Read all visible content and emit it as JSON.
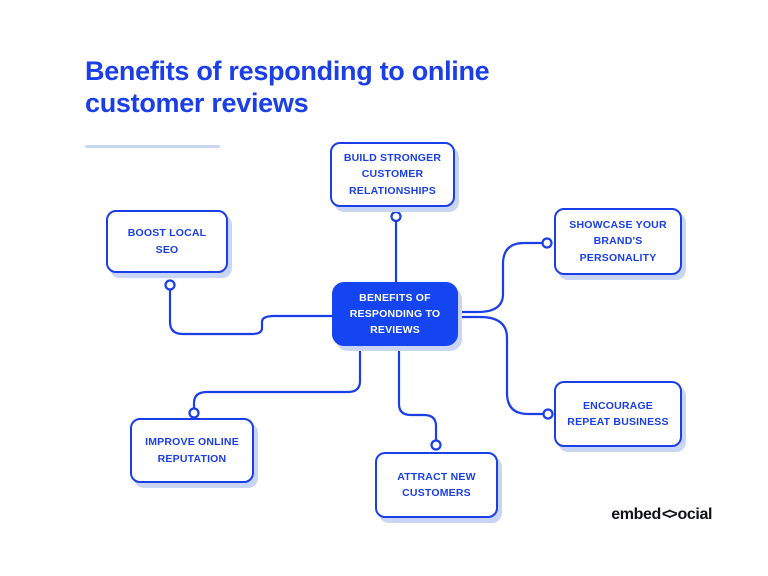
{
  "colors": {
    "accent": "#1a3ee8",
    "accent_fill": "#1545f0",
    "shadow": "#c9d5f4",
    "logo": "#101114",
    "background": "#ffffff"
  },
  "header": {
    "title": "Benefits of responding to online\ncustomer reviews"
  },
  "diagram": {
    "center_node": {
      "id": "center",
      "label": "BENEFITS OF\nRESPONDING TO\nREVIEWS"
    },
    "nodes": [
      {
        "id": "build-stronger-customer-relationships",
        "label": "BUILD STRONGER\nCUSTOMER\nRELATIONSHIPS",
        "position": "top"
      },
      {
        "id": "boost-local-seo",
        "label": "BOOST LOCAL\nSEO",
        "position": "upper-left"
      },
      {
        "id": "showcase-your-brands-personality",
        "label": "SHOWCASE YOUR\nBRAND'S\nPERSONALITY",
        "position": "upper-right"
      },
      {
        "id": "improve-online-reputation",
        "label": "IMPROVE ONLINE\nREPUTATION",
        "position": "lower-left"
      },
      {
        "id": "attract-new-customers",
        "label": "ATTRACT NEW\nCUSTOMERS",
        "position": "bottom"
      },
      {
        "id": "encourage-repeat-business",
        "label": "ENCOURAGE\nREPEAT BUSINESS",
        "position": "lower-right"
      }
    ],
    "edges": [
      {
        "from": "center",
        "to": "build-stronger-customer-relationships"
      },
      {
        "from": "center",
        "to": "boost-local-seo"
      },
      {
        "from": "center",
        "to": "showcase-your-brands-personality"
      },
      {
        "from": "center",
        "to": "improve-online-reputation"
      },
      {
        "from": "center",
        "to": "attract-new-customers"
      },
      {
        "from": "center",
        "to": "encourage-repeat-business"
      }
    ]
  },
  "footer": {
    "logo_prefix": "embed",
    "logo_mark": "<>",
    "logo_suffix": "ocial"
  }
}
